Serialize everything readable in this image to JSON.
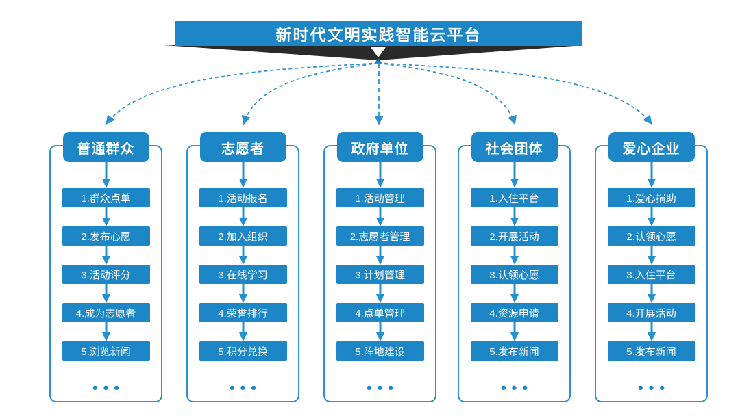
{
  "banner": {
    "title": "新时代文明实践智能云平台"
  },
  "colors": {
    "primary_blue": "#1c86c6",
    "connector_blue": "#2b92d2",
    "wedge_dark": "#2a2a2a",
    "text_white": "#ffffff"
  },
  "columns": [
    {
      "header": "普通群众",
      "steps": [
        "1.群众点单",
        "2.发布心愿",
        "3.活动评分",
        "4.成为志愿者",
        "5.浏览新闻"
      ],
      "more": "•••"
    },
    {
      "header": "志愿者",
      "steps": [
        "1.活动报名",
        "2.加入组织",
        "3.在线学习",
        "4.荣誉排行",
        "5.积分兑换"
      ],
      "more": "•••"
    },
    {
      "header": "政府单位",
      "steps": [
        "1.活动管理",
        "2.志愿者管理",
        "3.计划管理",
        "4.点单管理",
        "5.阵地建设"
      ],
      "more": "•••"
    },
    {
      "header": "社会团体",
      "steps": [
        "1.入住平台",
        "2.开展活动",
        "3.认领心愿",
        "4.资源申请",
        "5.发布新闻"
      ],
      "more": "•••"
    },
    {
      "header": "爱心企业",
      "steps": [
        "1.爱心捐助",
        "2.认领心愿",
        "3.入住平台",
        "4.开展活动",
        "5.发布新闻"
      ],
      "more": "•••"
    }
  ]
}
